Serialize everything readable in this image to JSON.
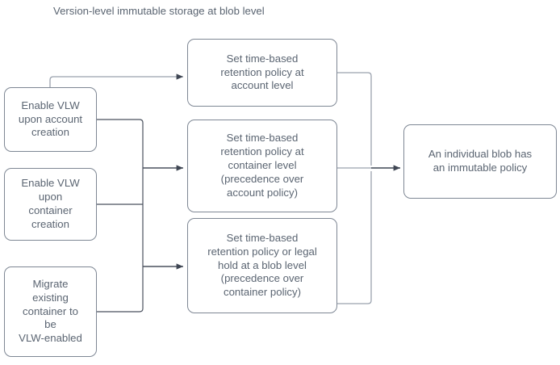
{
  "diagram": {
    "title": "Version-level immutable storage at blob level",
    "type": "flowchart",
    "colors": {
      "background": "#ffffff",
      "node_border": "#7e8794",
      "node_fill": "#ffffff",
      "text": "#5b6572",
      "edge_light": "#9aa2ae",
      "edge_dark": "#3f4653"
    },
    "columns": {
      "left": {
        "name": "enablement-actions",
        "nodes": [
          {
            "id": "enable-account",
            "label": "Enable VLW\nupon account\ncreation"
          },
          {
            "id": "enable-container",
            "label": "Enable VLW\nupon\ncontainer\ncreation"
          },
          {
            "id": "migrate-container",
            "label": "Migrate\nexisting\ncontainer to\nbe\nVLW-enabled"
          }
        ]
      },
      "middle": {
        "name": "policy-actions",
        "nodes": [
          {
            "id": "account-policy",
            "label": "Set time-based\nretention policy at\naccount level"
          },
          {
            "id": "container-policy",
            "label": "Set time-based\nretention policy at\ncontainer level\n(precedence over\naccount policy)"
          },
          {
            "id": "blob-policy",
            "label": "Set time-based\nretention policy or legal\nhold at a blob level\n(precedence over\ncontainer policy)"
          }
        ]
      },
      "right": {
        "name": "outcome",
        "nodes": [
          {
            "id": "result",
            "label": "An individual blob has\nan immutable policy"
          }
        ]
      }
    },
    "edges": [
      {
        "from": "enable-account",
        "to": "account-policy",
        "arrow": true
      },
      {
        "from": "enable-account",
        "to": "container-policy",
        "arrow": true
      },
      {
        "from": "enable-container",
        "to": "container-policy",
        "arrow": true
      },
      {
        "from": "enable-container",
        "to": "blob-policy",
        "arrow": true
      },
      {
        "from": "migrate-container",
        "to": "blob-policy",
        "arrow": true
      },
      {
        "from": "account-policy",
        "to": "result",
        "arrow": true
      },
      {
        "from": "container-policy",
        "to": "result",
        "arrow": true
      },
      {
        "from": "blob-policy",
        "to": "result",
        "arrow": true
      }
    ]
  }
}
